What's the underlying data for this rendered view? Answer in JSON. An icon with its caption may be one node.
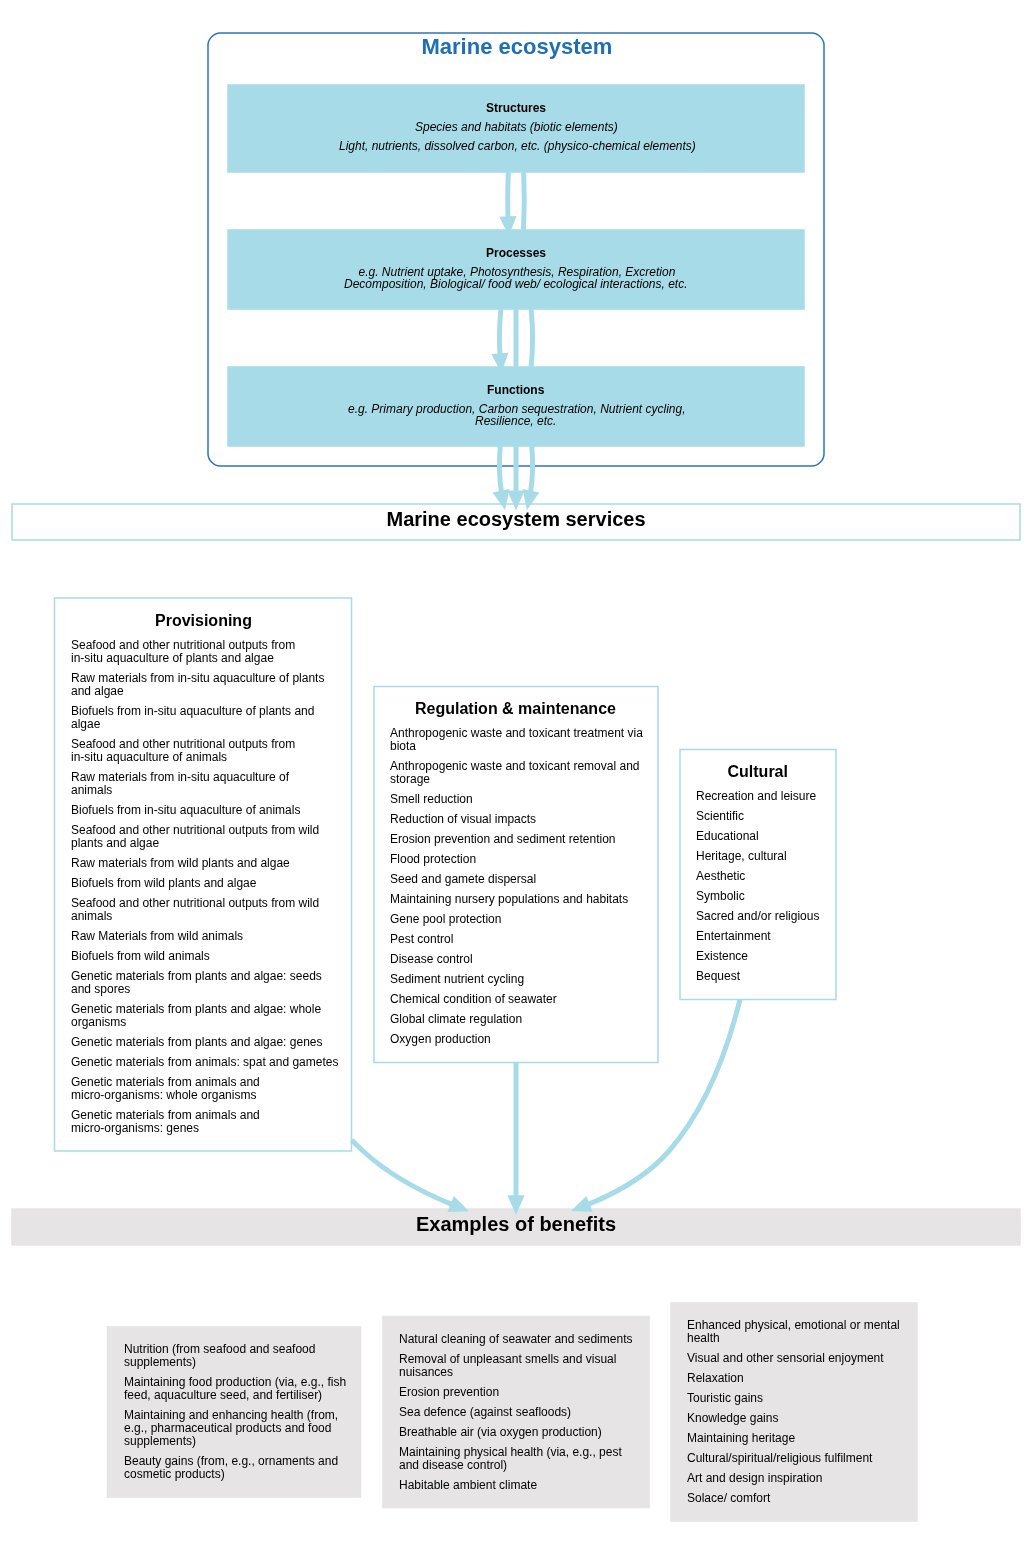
{
  "diagram": {
    "nodes": [
      {
        "text": [
          "Marine ecosystem"
        ]
      },
      {
        "text": [
          "Structures",
          "Species and habitats (biotic elements)",
          "Light, nutrients, dissolved carbon, etc. (physico-chemical elements)"
        ],
        "in": 0
      },
      {
        "text": [
          "Processes",
          "e.g. Nutrient uptake, Photosynthesis, Respiration, Excretion Decomposition, Biological/ food web/ ecological interactions, etc."
        ],
        "in": 0
      },
      {
        "text": [
          "Functions",
          "e.g. Primary production, Carbon sequestration, Nutrient cycling, Resilience, etc."
        ],
        "in": 0
      },
      {
        "text": [
          "Marine ecosystem services"
        ]
      },
      {
        "text": [
          "Provisioning",
          "Seafood and other nutritional outputs from in-situ aquaculture of plants and algae",
          "Raw materials from in-situ aquaculture of plants and algae",
          "Biofuels from in-situ aquaculture of plants and algae",
          "Seafood and other nutritional outputs from in-situ aquaculture of animals",
          "Raw materials from in-situ aquaculture of animals",
          "Biofuels from in-situ aquaculture of animals",
          "Seafood and other nutritional outputs from wild plants and algae",
          "Raw materials from wild plants and algae",
          "Biofuels from wild plants and algae",
          "Seafood and other nutritional outputs from wild animals",
          "Raw Materials from wild animals",
          "Biofuels from wild animals",
          "Genetic materials from plants and algae: seeds and spores",
          "Genetic materials from plants and algae: whole organisms",
          "Genetic materials from plants and algae: genes",
          "Genetic materials from animals: spat and gametes",
          "Genetic materials from animals and micro-organisms: whole organisms",
          "Genetic materials from animals and micro-organisms: genes"
        ]
      },
      {
        "text": [
          "Regulation & maintenance",
          "Anthropogenic waste and toxicant treatment via biota",
          "Anthropogenic waste and toxicant removal and storage",
          "Smell reduction",
          "Reduction of visual impacts",
          "Erosion prevention and sediment retention",
          "Flood protection",
          "Seed and gamete dispersal",
          "Maintaining nursery populations and habitats",
          "Gene pool protection",
          "Pest control",
          "Disease control",
          "Sediment nutrient cycling",
          "Chemical condition of seawater",
          "Global climate regulation",
          "Oxygen production"
        ]
      },
      {
        "text": [
          "Cultural",
          "Recreation and leisure",
          "Scientific",
          "Educational",
          "Heritage, cultural",
          "Aesthetic",
          "Symbolic",
          "Sacred and/or religious",
          "Entertainment",
          "Existence",
          "Bequest"
        ]
      },
      {
        "text": [
          "Examples of benefits"
        ]
      },
      {
        "text": [
          "Nutrition (from seafood and seafood supplements)",
          "Maintaining food production (via, e.g., fish feed, aquaculture seed, and fertiliser)",
          "Maintaining and enhancing health (from, e.g., pharmaceutical products and food supplements)",
          "Beauty gains (from, e.g., ornaments and cosmetic products)"
        ]
      },
      {
        "text": [
          "Natural cleaning of seawater and sediments",
          "Removal of unpleasant smells and visual nuisances",
          "Erosion prevention",
          "Sea defence (against seafloods)",
          "Breathable air (via oxygen production)",
          "Maintaining physical health (via, e.g., pest and disease control)",
          "Habitable ambient climate"
        ]
      },
      {
        "text": [
          "Enhanced physical, emotional or mental health",
          "Visual and other sensorial enjoyment",
          "Relaxation",
          "Touristic gains",
          "Knowledge gains",
          "Maintaining heritage",
          "Cultural/spiritual/religious fulfilment",
          "Art and design inspiration",
          "Solace/ comfort"
        ]
      }
    ],
    "edges": [
      {
        "from": 1,
        "to": 2,
        "arrow": "to"
      },
      {
        "from": 1,
        "to": 2,
        "arrow": "none"
      },
      {
        "from": 2,
        "to": 3,
        "arrow": "to"
      },
      {
        "from": 2,
        "to": 3,
        "arrow": "none"
      },
      {
        "from": 2,
        "to": 3,
        "arrow": "none"
      },
      {
        "from": 3,
        "to": 4,
        "arrow": "to"
      },
      {
        "from": 3,
        "to": 4,
        "arrow": "to"
      },
      {
        "from": 3,
        "to": 4,
        "arrow": "to"
      },
      {
        "from": 5,
        "to": 8,
        "arrow": "to"
      },
      {
        "from": 6,
        "to": 8,
        "arrow": "to"
      },
      {
        "from": 7,
        "to": 8,
        "arrow": "to"
      }
    ]
  }
}
